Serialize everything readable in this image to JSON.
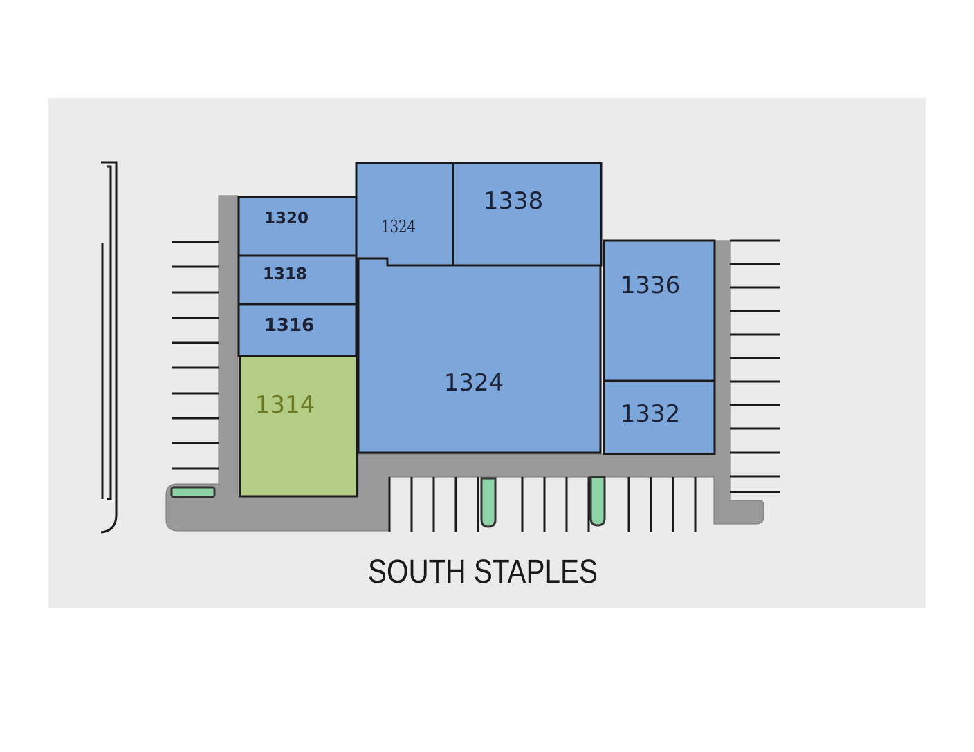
{
  "street": {
    "name": "SOUTH STAPLES"
  },
  "units": [
    {
      "id": "1320",
      "label": "1320"
    },
    {
      "id": "1318",
      "label": "1318"
    },
    {
      "id": "1316",
      "label": "1316"
    },
    {
      "id": "1314",
      "label": "1314",
      "highlighted": true
    },
    {
      "id": "1324-small",
      "label": "1324"
    },
    {
      "id": "1338",
      "label": "1338"
    },
    {
      "id": "1324",
      "label": "1324"
    },
    {
      "id": "1336",
      "label": "1336"
    },
    {
      "id": "1332",
      "label": "1332"
    }
  ],
  "colors": {
    "unit_fill": "#7da7da",
    "highlight_fill": "#b5cc85",
    "pavement": "#9a9a9a",
    "background": "#ebebeb",
    "landscape_island": "#8fd3a8"
  }
}
